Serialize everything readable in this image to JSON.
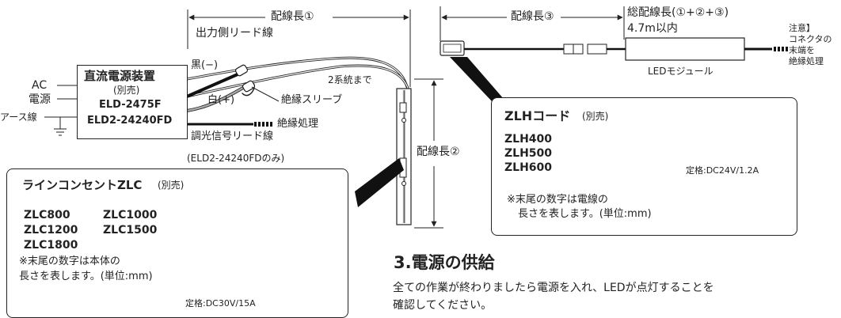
{
  "dimension_top": "配線長①",
  "output_lead": "出力側リード線",
  "power_input": {
    "ac": "AC",
    "power": "電源",
    "earth": "アース線"
  },
  "power_unit": {
    "title": "直流電源装置",
    "note": "(別売)",
    "model1": "ELD-2475F",
    "model2": "ELD2-24240FD"
  },
  "wire_black": "黒(−)",
  "wire_white": "白(+)",
  "insulation_sleeve": "絶縁スリーブ",
  "two_circuits": "2系統まで",
  "insulation_process": "絶縁処理",
  "dimming_lead": "調光信号リード線",
  "dimming_only": "(ELD2-24240FDのみ)",
  "dimension_mid": "配線長②",
  "dimension_right": "配線長③",
  "total_length": {
    "label": "総配線長(①+②+③)",
    "value": "4.7m以内"
  },
  "caution": {
    "title": "注意】",
    "line1": "コネクタの",
    "line2": "末端を",
    "line3": "絶縁処理"
  },
  "led_module": "LEDモジュール",
  "line_outlet": {
    "title_bold": "ラインコンセントZLC",
    "title_note": "(別売)",
    "models": [
      "ZLC800",
      "ZLC1000",
      "ZLC1200",
      "ZLC1500",
      "ZLC1800"
    ],
    "note1": "※末尾の数字は本体の",
    "note2": "長さを表します。(単位:mm)",
    "rating": "定格:DC30V/15A"
  },
  "zlh_cord": {
    "title_bold": "ZLHコード",
    "title_note": "(別売)",
    "models": [
      "ZLH400",
      "ZLH500",
      "ZLH600"
    ],
    "rating": "定格:DC24V/1.2A",
    "note1": "※末尾の数字は電線の",
    "note2": "長さを表します。(単位:mm)"
  },
  "section": {
    "title": "3.電源の供給",
    "body1": "全ての作業が終わりましたら電源を入れ、LEDが点灯することを",
    "body2": "確認してください。"
  }
}
